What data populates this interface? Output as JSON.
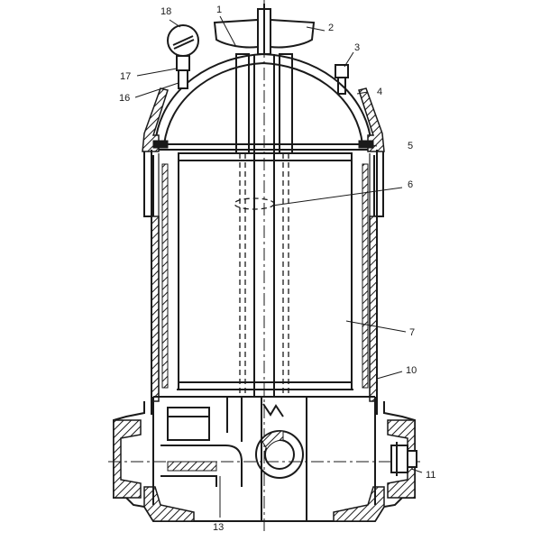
{
  "callouts": [
    {
      "id": "1",
      "text": "1"
    },
    {
      "id": "2",
      "text": "2"
    },
    {
      "id": "3",
      "text": "3"
    },
    {
      "id": "4",
      "text": "4"
    },
    {
      "id": "5",
      "text": "5"
    },
    {
      "id": "6",
      "text": "6"
    },
    {
      "id": "7",
      "text": "7"
    },
    {
      "id": "10",
      "text": "10"
    },
    {
      "id": "11",
      "text": "11"
    },
    {
      "id": "13",
      "text": "13"
    },
    {
      "id": "16",
      "text": "16"
    },
    {
      "id": "17",
      "text": "17"
    },
    {
      "id": "18",
      "text": "18"
    }
  ]
}
